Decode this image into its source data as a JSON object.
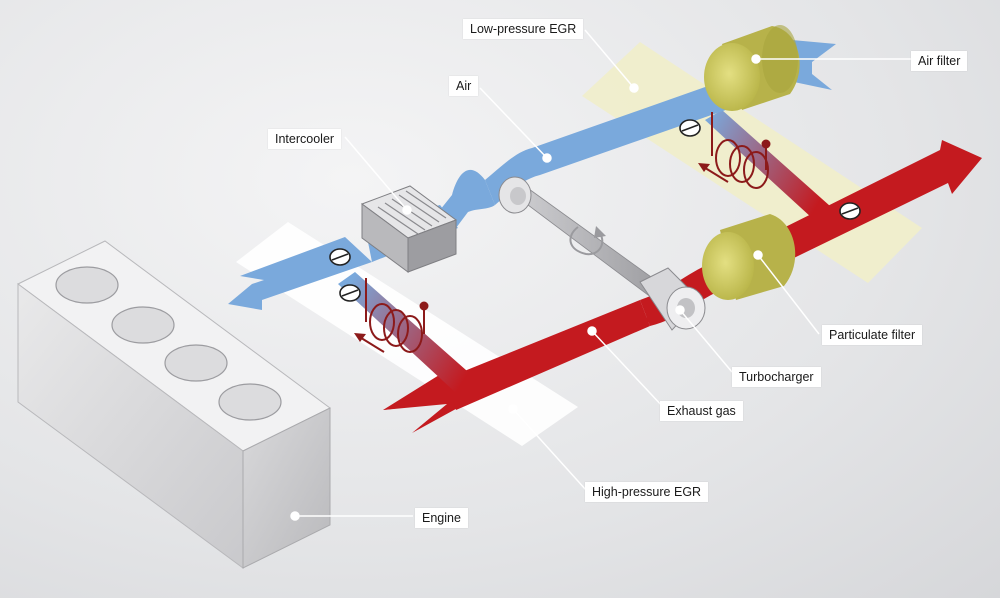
{
  "labels": {
    "low_pressure_egr": "Low-pressure EGR",
    "air_filter": "Air filter",
    "air": "Air",
    "intercooler": "Intercooler",
    "particulate_filter": "Particulate filter",
    "turbocharger": "Turbocharger",
    "exhaust_gas": "Exhaust gas",
    "high_pressure_egr": "High-pressure EGR",
    "engine": "Engine"
  },
  "colors": {
    "air_flow": "#7aa9dc",
    "exhaust_flow": "#c41a1f",
    "filter": "#cfcb5e",
    "low_pressure_zone": "#f0eecb",
    "high_pressure_zone": "#ffffff",
    "cooler_coil": "#8c1a1a"
  },
  "icons": {
    "valve": "valve-icon",
    "cooler": "egr-cooler-coil-icon",
    "rotation": "rotation-arrow-icon"
  }
}
